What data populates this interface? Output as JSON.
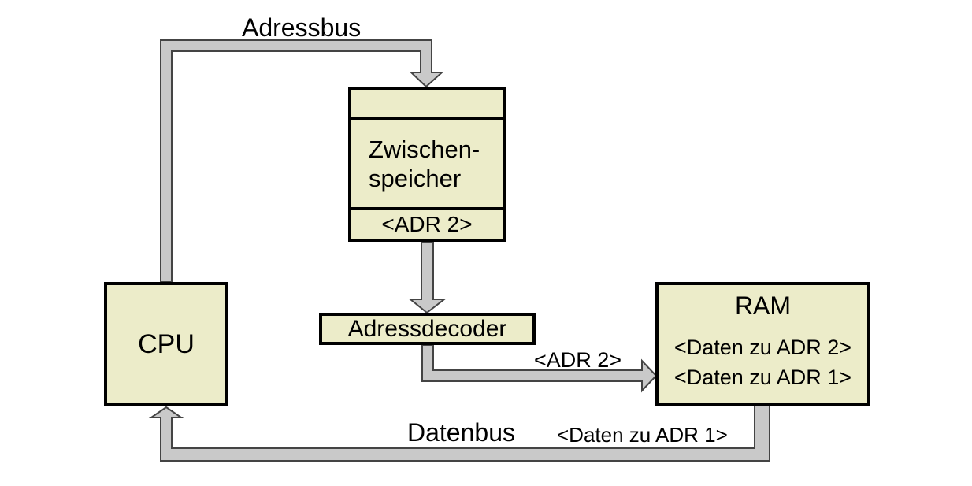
{
  "colors": {
    "box_fill": "#ECECC9",
    "box_border": "#000000",
    "bus_fill": "#C9C9C9",
    "bus_outline": "#444444",
    "text": "#000000",
    "background": "#FFFFFF"
  },
  "buses": {
    "adressbus": {
      "label": "Adressbus"
    },
    "datenbus": {
      "label": "Datenbus",
      "data_label": "<Daten zu ADR 1>"
    },
    "adr_to_ram": {
      "label": "<ADR 2>"
    }
  },
  "nodes": {
    "cpu": {
      "label": "CPU"
    },
    "zwischenspeicher": {
      "name_line1": "Zwischen-",
      "name_line2": "speicher",
      "stored_value": "<ADR 2>"
    },
    "adressdecoder": {
      "label": "Adressdecoder"
    },
    "ram": {
      "label": "RAM",
      "contents": [
        "<Daten zu ADR 2>",
        "<Daten zu ADR 1>"
      ]
    }
  }
}
